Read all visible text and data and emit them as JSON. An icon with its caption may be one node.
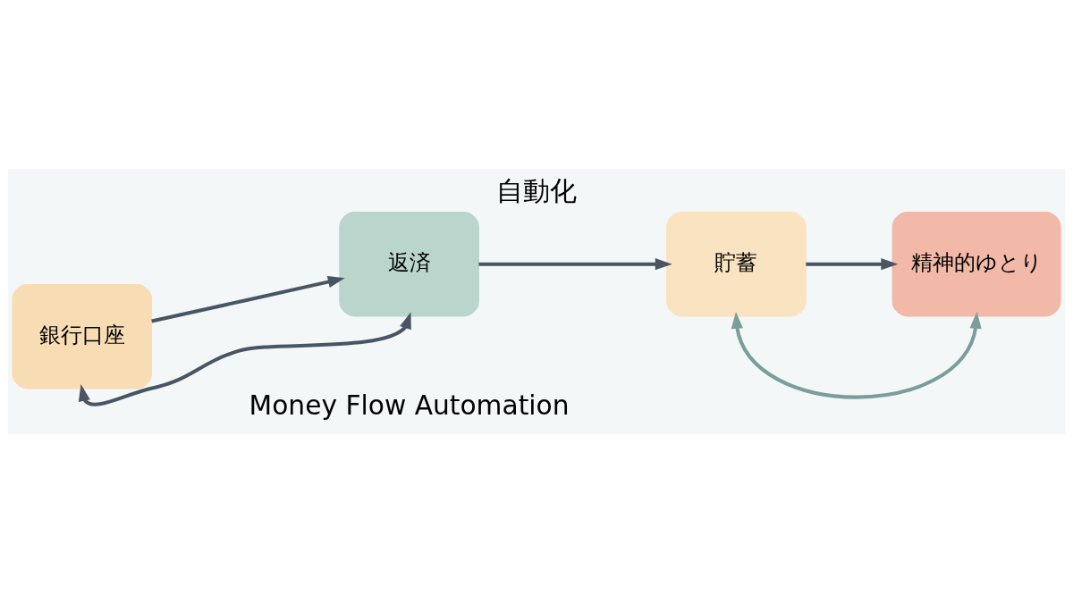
{
  "diagram": {
    "title": "自動化",
    "caption": "Money Flow Automation",
    "nodes": [
      {
        "text": [
          "銀行口座"
        ]
      },
      {
        "text": [
          "返済"
        ]
      },
      {
        "text": [
          "貯蓄"
        ]
      },
      {
        "text": [
          "精神的ゆとり"
        ]
      }
    ],
    "edges": [
      {
        "from": 0,
        "to": 1,
        "arrow": "to"
      },
      {
        "from": 1,
        "to": 2,
        "arrow": "to"
      },
      {
        "from": 2,
        "to": 3,
        "arrow": "to"
      },
      {
        "from": 0,
        "to": 1,
        "arrow": "both"
      },
      {
        "from": 2,
        "to": 3,
        "arrow": "both",
        "color": "#7a9e9a"
      }
    ]
  }
}
